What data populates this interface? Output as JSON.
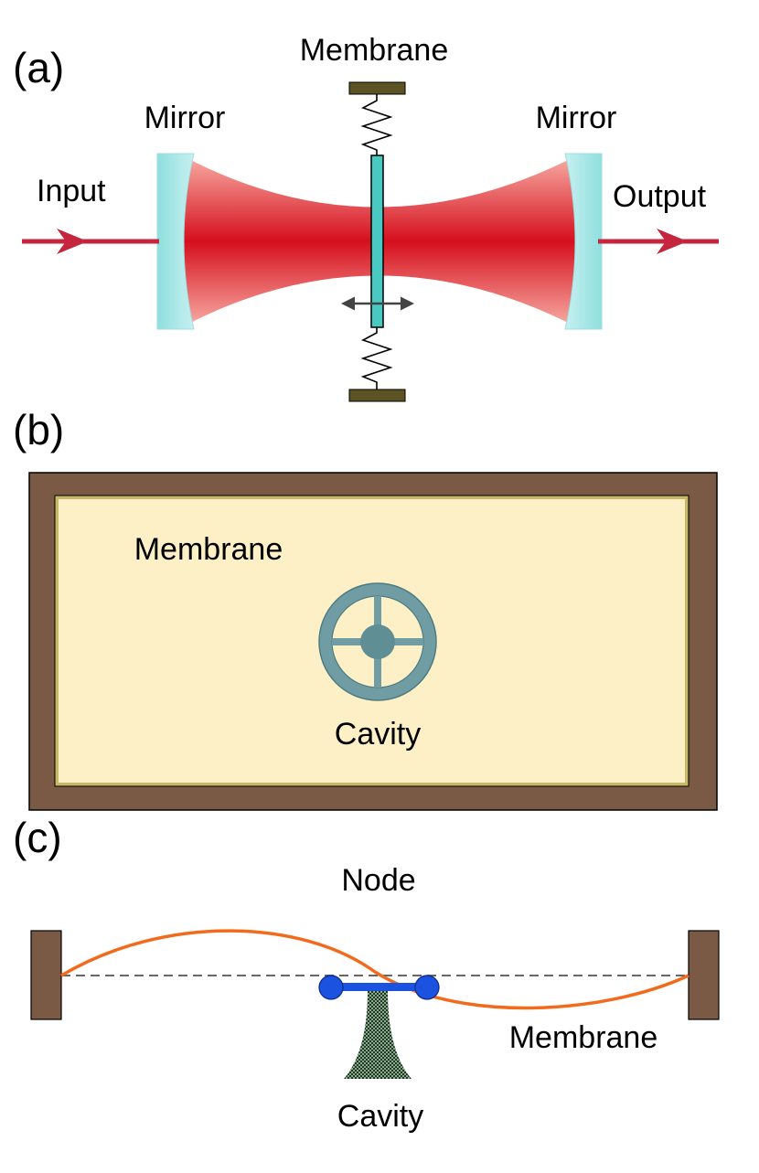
{
  "panel_a": {
    "label": "(a)",
    "membrane_label": "Membrane",
    "mirror_left_label": "Mirror",
    "mirror_right_label": "Mirror",
    "input_label": "Input",
    "output_label": "Output"
  },
  "panel_b": {
    "label": "(b)",
    "membrane_label": "Membrane",
    "cavity_label": "Cavity"
  },
  "panel_c": {
    "label": "(c)",
    "node_label": "Node",
    "membrane_label": "Membrane",
    "cavity_label": "Cavity"
  },
  "colors": {
    "beam": "#d50f1d",
    "mirror": "#7fd6d6",
    "membrane_bar": "#49c9c1",
    "anchor": "#5b5324",
    "frame": "#7a5a45",
    "membrane_fill": "#fdf0c6",
    "cavity_wheel": "#6f9da3",
    "membrane_curve": "#f26b1d",
    "cavity_blue": "#1c52e0"
  }
}
